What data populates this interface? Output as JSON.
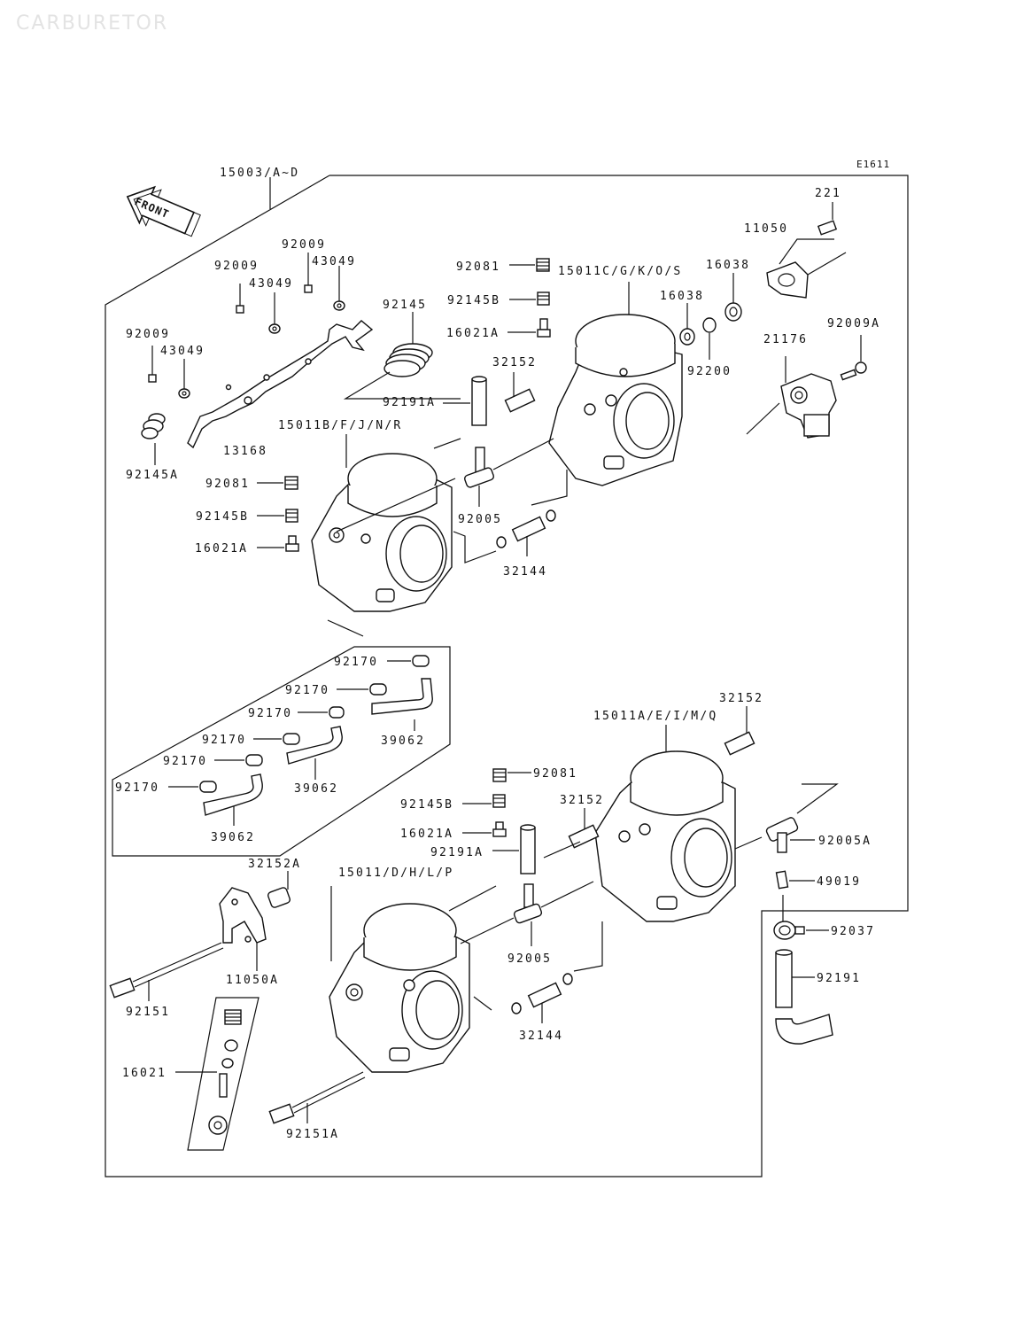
{
  "page": {
    "watermark": "CARBURETOR",
    "diagram_code": "E1611",
    "front_label": "FRONT"
  },
  "labels": {
    "assembly": "15003/A~D",
    "p221": "221",
    "p11050": "11050",
    "p92009_1": "92009",
    "p92009_2": "92009",
    "p92009_3": "92009",
    "p43049_1": "43049",
    "p43049_2": "43049",
    "p43049_3": "43049",
    "p92145": "92145",
    "p92145A": "92145A",
    "p13168": "13168",
    "p92081_top": "92081",
    "p92145B_top": "92145B",
    "p16021A_top": "16021A",
    "p15011C": "15011C/G/K/O/S",
    "p16038_a": "16038",
    "p16038_b": "16038",
    "p92200": "92200",
    "p21176": "21176",
    "p92009A": "92009A",
    "p32152_top": "32152",
    "p92191A_top": "92191A",
    "p15011B": "15011B/F/J/N/R",
    "p92081_mid": "92081",
    "p92145B_mid": "92145B",
    "p16021A_mid": "16021A",
    "p92005_top": "92005",
    "p32144_top": "32144",
    "p92170_1": "92170",
    "p92170_2": "92170",
    "p92170_3": "92170",
    "p92170_4": "92170",
    "p92170_5": "92170",
    "p92170_6": "92170",
    "p39062_1": "39062",
    "p39062_2": "39062",
    "p39062_3": "39062",
    "p32152_r": "32152",
    "p15011A": "15011A/E/I/M/Q",
    "p92081_low": "92081",
    "p92145B_low": "92145B",
    "p16021A_low": "16021A",
    "p92191A_low": "92191A",
    "p32152_low": "32152",
    "p92005A": "92005A",
    "p49019": "49019",
    "p92037": "92037",
    "p92191": "92191",
    "p32152A": "32152A",
    "p15011D": "15011/D/H/L/P",
    "p11050A": "11050A",
    "p92151": "92151",
    "p92005_low": "92005",
    "p32144_low": "32144",
    "p16021": "16021",
    "p92151A": "92151A"
  }
}
